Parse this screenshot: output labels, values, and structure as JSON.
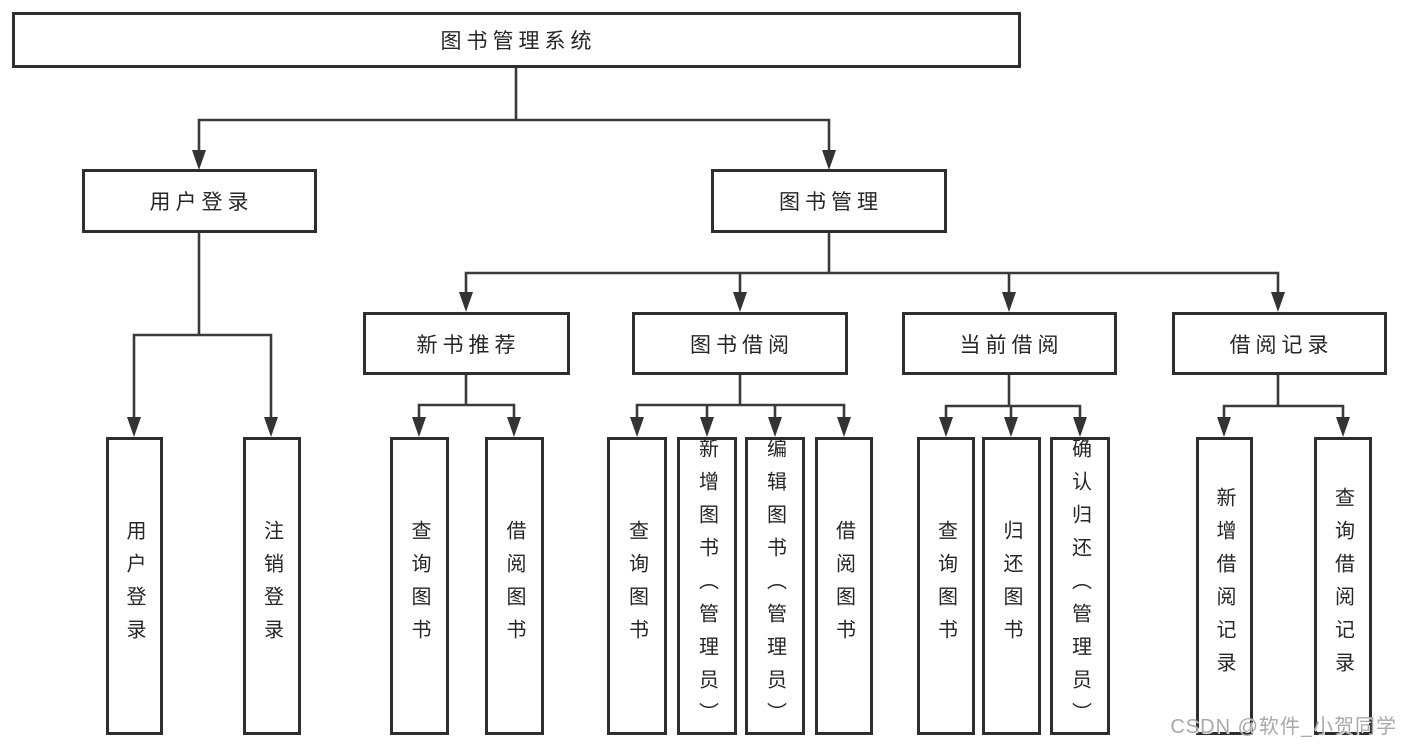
{
  "diagram": {
    "root": {
      "label": "图书管理系统"
    },
    "branches": [
      {
        "label": "用户登录",
        "children": [
          {
            "label": "用户登录"
          },
          {
            "label": "注销登录"
          }
        ]
      },
      {
        "label": "图书管理",
        "children": [
          {
            "label": "新书推荐",
            "children": [
              {
                "label": "查询图书"
              },
              {
                "label": "借阅图书"
              }
            ]
          },
          {
            "label": "图书借阅",
            "children": [
              {
                "label": "查询图书"
              },
              {
                "label": "新增图书（管理员）"
              },
              {
                "label": "编辑图书（管理员）"
              },
              {
                "label": "借阅图书"
              }
            ]
          },
          {
            "label": "当前借阅",
            "children": [
              {
                "label": "查询图书"
              },
              {
                "label": "归还图书"
              },
              {
                "label": "确认归还（管理员）"
              }
            ]
          },
          {
            "label": "借阅记录",
            "children": [
              {
                "label": "新增借阅记录"
              },
              {
                "label": "查询借阅记录"
              }
            ]
          }
        ]
      }
    ]
  },
  "watermark": {
    "text": "CSDN @软件_小贺同学"
  },
  "colors": {
    "background": "#ffffff",
    "box_border": "#2e2e2e",
    "line": "#3a3a3a",
    "text": "#262626",
    "watermark": "#a9a9a9"
  }
}
